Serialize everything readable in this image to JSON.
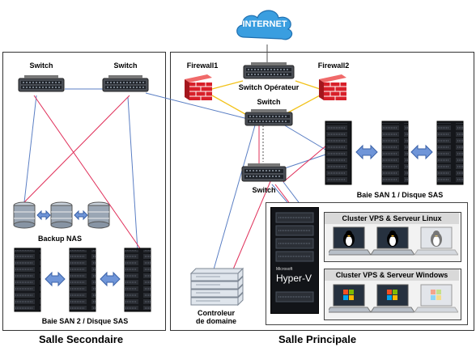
{
  "internet": {
    "label": "INTERNET"
  },
  "firewalls": [
    {
      "label": "Firewall1"
    },
    {
      "label": "Firewall2"
    }
  ],
  "switches": {
    "secondary_left": "Switch",
    "secondary_right": "Switch",
    "operator": "Switch Opérateur",
    "main": "Switch",
    "distribution": "Switch"
  },
  "storage": {
    "san1": "Baie SAN 1 / Disque SAS",
    "san2": "Baie SAN 2  / Disque SAS",
    "backup": "Backup NAS"
  },
  "domain_controller": {
    "line1": "Controleur",
    "line2": "de domaine"
  },
  "hyperv": {
    "vendor": "Microsoft",
    "product": "Hyper-V"
  },
  "clusters": [
    {
      "title": "Cluster VPS & Serveur Linux",
      "os_icon": "tux-icon"
    },
    {
      "title": "Cluster VPS & Serveur Windows",
      "os_icon": "windows-icon"
    }
  ],
  "rooms": {
    "secondary": "Salle Secondaire",
    "principal": "Salle Principale"
  },
  "colors": {
    "link_blue": "#5b7fc4",
    "link_red": "#e0305a",
    "link_yellow": "#f2c21a",
    "link_green": "#2aa24a",
    "firewall": "#d8202a",
    "cloud": "#3a9ee0"
  }
}
